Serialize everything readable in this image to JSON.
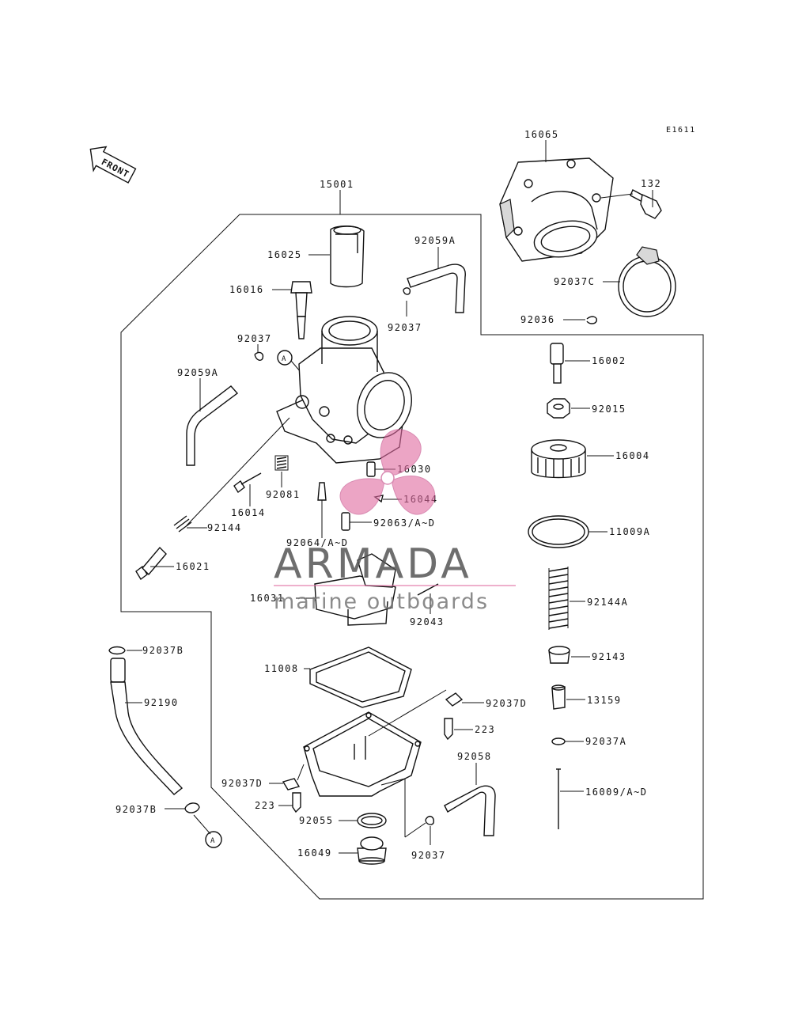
{
  "diagram_code": "E1611",
  "front_label": "FRONT",
  "ref_marker": "A",
  "watermark": {
    "brand": "ARMADA",
    "tagline": "marine outboards",
    "logo_color": "#e06aa0"
  },
  "labels": {
    "p16065": "16065",
    "p132": "132",
    "p15001": "15001",
    "p16025": "16025",
    "p92059A_top": "92059A",
    "p16016": "16016",
    "p92037C": "92037C",
    "p92037_mid": "92037",
    "p92036": "92036",
    "p92037_left": "92037",
    "p16002": "16002",
    "p92059A_left": "92059A",
    "p92015": "92015",
    "p16004": "16004",
    "p16030": "16030",
    "p92081": "92081",
    "p16014": "16014",
    "p16044": "16044",
    "p92063": "92063/A~D",
    "p92144": "92144",
    "p92064": "92064/A~D",
    "p11009A": "11009A",
    "p16021": "16021",
    "p16031": "16031",
    "p92043": "92043",
    "p92144A": "92144A",
    "p92037B_top": "92037B",
    "p92143": "92143",
    "p11008": "11008",
    "p92190": "92190",
    "p13159": "13159",
    "p92037D_right": "92037D",
    "p223_right": "223",
    "p92037A": "92037A",
    "p92058": "92058",
    "p92037D_left": "92037D",
    "p16009": "16009/A~D",
    "p223_left": "223",
    "p92037B_bottom": "92037B",
    "p92055": "92055",
    "p16049": "16049",
    "p92037_bottom": "92037"
  }
}
